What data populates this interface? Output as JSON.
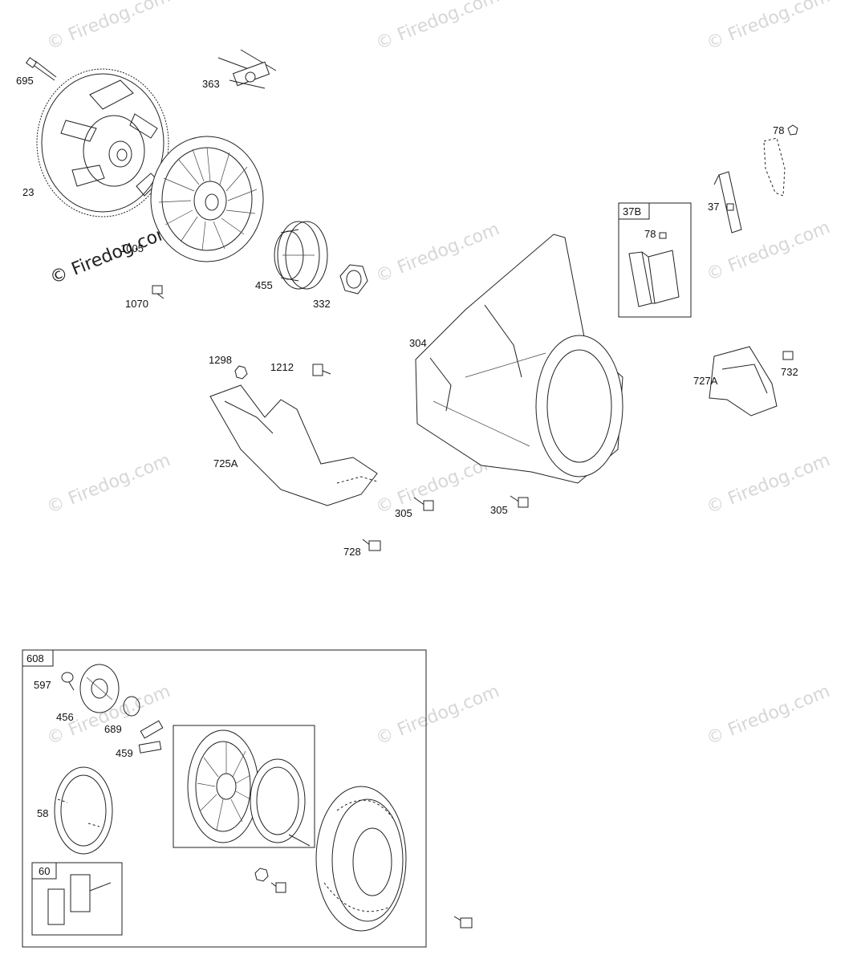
{
  "watermark_text": "© Firedog.com",
  "labels": {
    "p695": "695",
    "p363": "363",
    "p23": "23",
    "p1005": "1005",
    "p455": "455",
    "p332": "332",
    "p1070": "1070",
    "p78a": "78",
    "p37": "37",
    "p37b": "37B",
    "p78b": "78",
    "p304": "304",
    "p1298": "1298",
    "p1212": "1212",
    "p725a": "725A",
    "p727a": "727A",
    "p732": "732",
    "p305a": "305",
    "p305b": "305",
    "p728": "728",
    "p608": "608",
    "p597": "597",
    "p456": "456",
    "p689": "689",
    "p459": "459",
    "p58": "58",
    "p60": "60"
  }
}
